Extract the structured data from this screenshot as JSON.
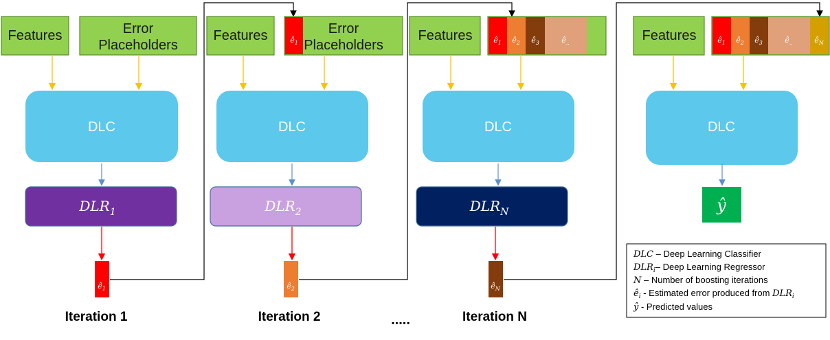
{
  "labels": {
    "features": "Features",
    "error_placeholders_1": "Error",
    "error_placeholders_2": "Placeholders",
    "dlc": "DLC",
    "dlr_base": "DLR",
    "y_hat": "ŷ"
  },
  "iterations": [
    {
      "label": "Iteration 1",
      "dlr_sub": "1",
      "out_sub": "1",
      "dlr_color": "#7030a0",
      "out_color": "#ff0000"
    },
    {
      "label": "Iteration 2",
      "dlr_sub": "2",
      "out_sub": "2",
      "dlr_color": "#c9a0e0",
      "out_color": "#ed7d31"
    },
    {
      "label": "Iteration N",
      "dlr_sub": "N",
      "out_sub": "N",
      "dlr_color": "#002060",
      "out_color": "#843c0c"
    }
  ],
  "ellipsis": ".....",
  "error_cells": {
    "e1": {
      "sub": "1",
      "color": "#ff0000"
    },
    "e2": {
      "sub": "2",
      "color": "#ed7d31"
    },
    "e3": {
      "sub": "3",
      "color": "#843c0c"
    },
    "edots": {
      "sub": "..",
      "color": "#e0a07a"
    },
    "eN": {
      "sub": "N",
      "color": "#d4a000"
    }
  },
  "colors": {
    "green": "#92d050",
    "dlc": "#5bc8ec",
    "yhat_box": "#00b050"
  },
  "legend": [
    {
      "sym": "DLC",
      "sub": "",
      "text": " – Deep Learning Classifier"
    },
    {
      "sym": "DLR",
      "sub": "i",
      "text": "– Deep Learning Regressor"
    },
    {
      "sym": "N",
      "sub": "",
      "text": " – Number of boosting iterations"
    },
    {
      "sym": "ê",
      "sub": "i",
      "text": " - Estimated error produced from ",
      "tail_sym": "DLR",
      "tail_sub": "i"
    },
    {
      "sym": "ŷ",
      "sub": "",
      "text": " -  Predicted values"
    }
  ]
}
